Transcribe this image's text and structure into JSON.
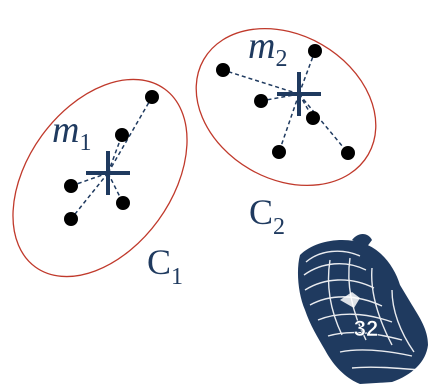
{
  "clusters": [
    {
      "mean_letter": "m",
      "mean_subscript": "1",
      "cluster_letter": "C",
      "cluster_subscript": "1",
      "point_count": 5
    },
    {
      "mean_letter": "m",
      "mean_subscript": "2",
      "cluster_letter": "C",
      "cluster_subscript": "2",
      "point_count": 6
    }
  ],
  "page_badge": {
    "number": "32",
    "logo": "cougar-head-logo"
  },
  "colors": {
    "ellipse": "#c0392b",
    "point": "#000000",
    "mean_cross": "#1f3a5f",
    "dashed_line": "#1f3a5f",
    "label": "#1f3a5f",
    "logo_fill": "#1f3a5f",
    "badge_text": "#ffffff"
  }
}
